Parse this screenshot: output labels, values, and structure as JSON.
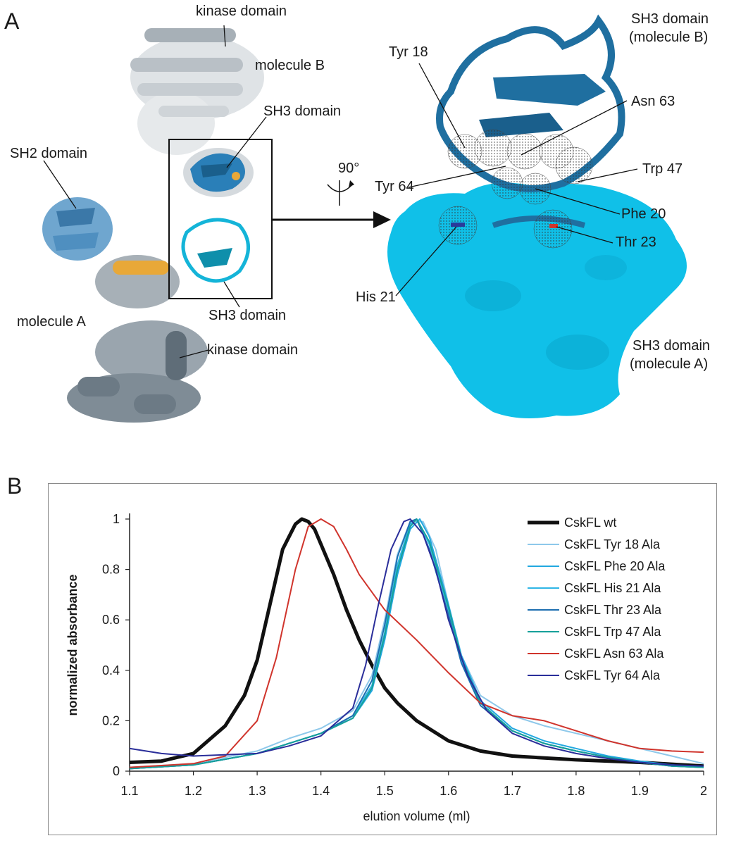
{
  "panel_a": {
    "letter": "A",
    "labels": {
      "kinase_b": "kinase domain",
      "molecule_b": "molecule B",
      "sh3_b": "SH3 domain",
      "sh2": "SH2 domain",
      "sh3_a": "SH3 domain",
      "molecule_a": "molecule A",
      "kinase_a": "kinase domain",
      "rotation": "90°",
      "sh3_mol_b_1": "SH3 domain",
      "sh3_mol_b_2": "(molecule B)",
      "tyr18": "Tyr 18",
      "asn63": "Asn 63",
      "trp47": "Trp 47",
      "tyr64": "Tyr 64",
      "phe20": "Phe 20",
      "thr23": "Thr 23",
      "his21": "His 21",
      "sh3_mol_a_1": "SH3 domain",
      "sh3_mol_a_2": "(molecule A)"
    },
    "colors": {
      "kinase_grey": "#8e9aa4",
      "light_grey": "#cdd3d8",
      "sh2_blue": "#4f8fc0",
      "sh3_b_blue": "#1f6fa0",
      "sh3_a_cyan": "#14b4d8",
      "linker_orange": "#e8a838",
      "surface_cyan": "#10c0e8"
    }
  },
  "panel_b": {
    "letter": "B"
  },
  "chart_data": {
    "type": "line",
    "xlabel": "elution volume (ml)",
    "ylabel": "normalized absorbance",
    "xlim": [
      1.1,
      2.0
    ],
    "ylim": [
      0,
      1.0
    ],
    "x_ticks": [
      "1.1",
      "1.2",
      "1.3",
      "1.4",
      "1.5",
      "1.6",
      "1.7",
      "1.8",
      "1.9",
      "2"
    ],
    "y_ticks": [
      "0",
      "0.2",
      "0.4",
      "0.6",
      "0.8",
      "1"
    ],
    "grid": false,
    "legend_position": "top-right",
    "series": [
      {
        "name": "CskFL wt",
        "color": "#111111",
        "width": 5,
        "x": [
          1.1,
          1.15,
          1.2,
          1.25,
          1.28,
          1.3,
          1.32,
          1.34,
          1.36,
          1.37,
          1.38,
          1.39,
          1.4,
          1.42,
          1.44,
          1.46,
          1.48,
          1.5,
          1.52,
          1.55,
          1.6,
          1.65,
          1.7,
          1.8,
          1.9,
          2.0
        ],
        "y": [
          0.035,
          0.04,
          0.07,
          0.18,
          0.3,
          0.44,
          0.66,
          0.88,
          0.98,
          1.0,
          0.99,
          0.96,
          0.9,
          0.78,
          0.64,
          0.52,
          0.42,
          0.33,
          0.27,
          0.2,
          0.12,
          0.08,
          0.06,
          0.045,
          0.035,
          0.02
        ]
      },
      {
        "name": "CskFL Tyr 18 Ala",
        "color": "#8ec8ea",
        "width": 2,
        "x": [
          1.1,
          1.2,
          1.3,
          1.35,
          1.4,
          1.45,
          1.48,
          1.5,
          1.52,
          1.54,
          1.56,
          1.58,
          1.6,
          1.62,
          1.65,
          1.7,
          1.75,
          1.8,
          1.85,
          1.9,
          1.95,
          2.0
        ],
        "y": [
          0.015,
          0.03,
          0.08,
          0.13,
          0.17,
          0.24,
          0.38,
          0.6,
          0.86,
          0.99,
          0.99,
          0.88,
          0.66,
          0.46,
          0.3,
          0.22,
          0.18,
          0.15,
          0.12,
          0.09,
          0.06,
          0.03
        ]
      },
      {
        "name": "CskFL Phe 20 Ala",
        "color": "#22a8e0",
        "width": 2,
        "x": [
          1.1,
          1.2,
          1.3,
          1.35,
          1.4,
          1.45,
          1.48,
          1.5,
          1.52,
          1.54,
          1.555,
          1.57,
          1.6,
          1.62,
          1.65,
          1.7,
          1.75,
          1.8,
          1.85,
          1.9,
          1.95,
          2.0
        ],
        "y": [
          0.01,
          0.025,
          0.07,
          0.11,
          0.15,
          0.21,
          0.32,
          0.52,
          0.78,
          0.96,
          1.0,
          0.93,
          0.66,
          0.46,
          0.28,
          0.17,
          0.12,
          0.09,
          0.06,
          0.04,
          0.025,
          0.015
        ]
      },
      {
        "name": "CskFL His 21 Ala",
        "color": "#2fb6e6",
        "width": 2,
        "x": [
          1.1,
          1.2,
          1.3,
          1.35,
          1.4,
          1.45,
          1.48,
          1.5,
          1.52,
          1.54,
          1.55,
          1.57,
          1.6,
          1.62,
          1.65,
          1.7,
          1.75,
          1.8,
          1.85,
          1.9,
          1.95,
          2.0
        ],
        "y": [
          0.01,
          0.025,
          0.07,
          0.11,
          0.15,
          0.22,
          0.34,
          0.55,
          0.82,
          0.98,
          1.0,
          0.9,
          0.64,
          0.44,
          0.27,
          0.16,
          0.11,
          0.08,
          0.055,
          0.035,
          0.02,
          0.015
        ]
      },
      {
        "name": "CskFL Thr 23 Ala",
        "color": "#1d6fb0",
        "width": 2,
        "x": [
          1.1,
          1.2,
          1.3,
          1.35,
          1.4,
          1.45,
          1.48,
          1.5,
          1.52,
          1.54,
          1.55,
          1.57,
          1.6,
          1.62,
          1.65,
          1.7,
          1.75,
          1.8,
          1.85,
          1.9,
          1.95,
          2.0
        ],
        "y": [
          0.01,
          0.025,
          0.07,
          0.11,
          0.15,
          0.22,
          0.36,
          0.58,
          0.85,
          0.99,
          1.0,
          0.88,
          0.62,
          0.43,
          0.26,
          0.16,
          0.11,
          0.08,
          0.055,
          0.035,
          0.02,
          0.015
        ]
      },
      {
        "name": "CskFL Trp 47 Ala",
        "color": "#17a09a",
        "width": 2,
        "x": [
          1.1,
          1.2,
          1.3,
          1.35,
          1.4,
          1.45,
          1.48,
          1.5,
          1.52,
          1.54,
          1.55,
          1.57,
          1.6,
          1.62,
          1.65,
          1.7,
          1.75,
          1.8,
          1.85,
          1.9,
          1.95,
          2.0
        ],
        "y": [
          0.01,
          0.025,
          0.07,
          0.11,
          0.15,
          0.21,
          0.33,
          0.54,
          0.8,
          0.97,
          1.0,
          0.91,
          0.65,
          0.45,
          0.27,
          0.16,
          0.11,
          0.08,
          0.055,
          0.035,
          0.02,
          0.015
        ]
      },
      {
        "name": "CskFL Asn 63 Ala",
        "color": "#d0342c",
        "width": 2,
        "x": [
          1.1,
          1.2,
          1.25,
          1.3,
          1.33,
          1.36,
          1.38,
          1.4,
          1.42,
          1.44,
          1.46,
          1.5,
          1.55,
          1.6,
          1.65,
          1.7,
          1.75,
          1.8,
          1.85,
          1.9,
          1.95,
          2.0
        ],
        "y": [
          0.015,
          0.03,
          0.06,
          0.2,
          0.45,
          0.8,
          0.97,
          1.0,
          0.97,
          0.88,
          0.78,
          0.64,
          0.52,
          0.39,
          0.27,
          0.22,
          0.2,
          0.16,
          0.12,
          0.09,
          0.08,
          0.075
        ]
      },
      {
        "name": "CskFL Tyr 64 Ala",
        "color": "#2a2e9a",
        "width": 2,
        "x": [
          1.1,
          1.15,
          1.2,
          1.3,
          1.35,
          1.4,
          1.45,
          1.47,
          1.49,
          1.51,
          1.53,
          1.54,
          1.56,
          1.58,
          1.6,
          1.63,
          1.66,
          1.7,
          1.75,
          1.8,
          1.85,
          1.9,
          1.95,
          2.0
        ],
        "y": [
          0.09,
          0.07,
          0.06,
          0.07,
          0.1,
          0.14,
          0.25,
          0.42,
          0.66,
          0.88,
          0.99,
          1.0,
          0.94,
          0.8,
          0.6,
          0.38,
          0.24,
          0.15,
          0.1,
          0.07,
          0.05,
          0.035,
          0.025,
          0.02
        ]
      }
    ]
  }
}
